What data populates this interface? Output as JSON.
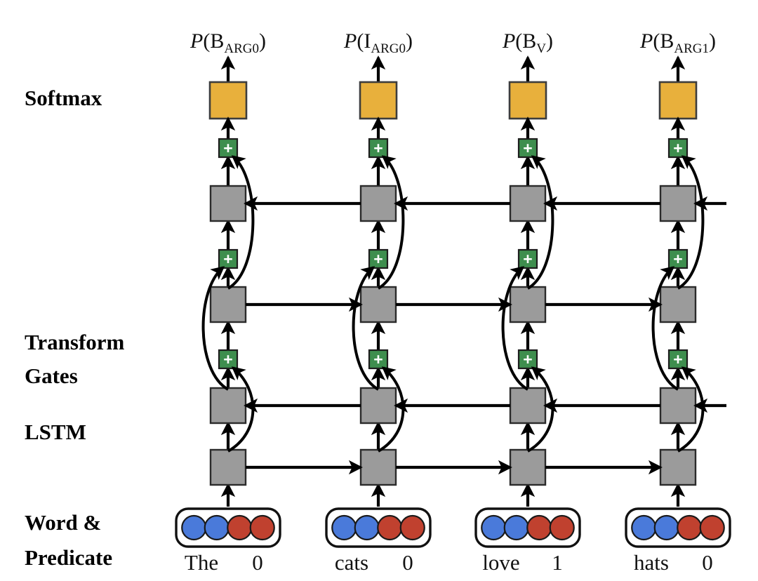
{
  "figure": {
    "type": "neural-network-architecture-diagram",
    "description": "Deep highway bidirectional LSTM for semantic role labeling"
  },
  "row_labels": [
    {
      "id": "softmax",
      "text": "Softmax",
      "lines": [
        "Softmax"
      ]
    },
    {
      "id": "transform-gates",
      "text": "Transform Gates",
      "lines": [
        "Transform",
        "Gates"
      ]
    },
    {
      "id": "lstm",
      "text": "LSTM",
      "lines": [
        "LSTM"
      ]
    },
    {
      "id": "word-predicate",
      "text": "Word & Predicate",
      "lines": [
        "Word &",
        "Predicate"
      ]
    }
  ],
  "outputs": [
    {
      "prefix": "P",
      "open": "(",
      "tag": "B",
      "subscript": "ARG0",
      "close": ")",
      "full": "P(BARG0)"
    },
    {
      "prefix": "P",
      "open": "(",
      "tag": "I",
      "subscript": "ARG0",
      "close": ")",
      "full": "P(IARG0)"
    },
    {
      "prefix": "P",
      "open": "(",
      "tag": "B",
      "subscript": "V",
      "close": ")",
      "full": "P(BV)"
    },
    {
      "prefix": "P",
      "open": "(",
      "tag": "B",
      "subscript": "ARG1",
      "close": ")",
      "full": "P(BARG1)"
    }
  ],
  "tokens": [
    {
      "word": "The",
      "predicate_flag": "0"
    },
    {
      "word": "cats",
      "predicate_flag": "0"
    },
    {
      "word": "love",
      "predicate_flag": "1"
    },
    {
      "word": "hats",
      "predicate_flag": "0"
    }
  ],
  "embedding": {
    "word_vector_dots": 2,
    "predicate_vector_dots": 2,
    "dots_per_token": 4,
    "word_dot_color": "#4a7ada",
    "predicate_dot_color": "#c0412f"
  },
  "layers": {
    "lstm_rows": 4,
    "directions": [
      "left-to-right",
      "right-to-left",
      "left-to-right",
      "right-to-left"
    ],
    "highway_plus_rows": 3,
    "plus_symbol": "+"
  },
  "colors": {
    "softmax_box": "#e8b03c",
    "softmax_box_border": "#3d3d3d",
    "lstm_cell": "#9b9b9b",
    "lstm_cell_border": "#2b2b2b",
    "plus_node": "#3e8e4e",
    "plus_node_border": "#1d1d1d",
    "plus_glyph": "#ffffff",
    "word_dot": "#4a7ada",
    "predicate_dot": "#c0412f",
    "edge": "#000000",
    "background": "#ffffff"
  }
}
